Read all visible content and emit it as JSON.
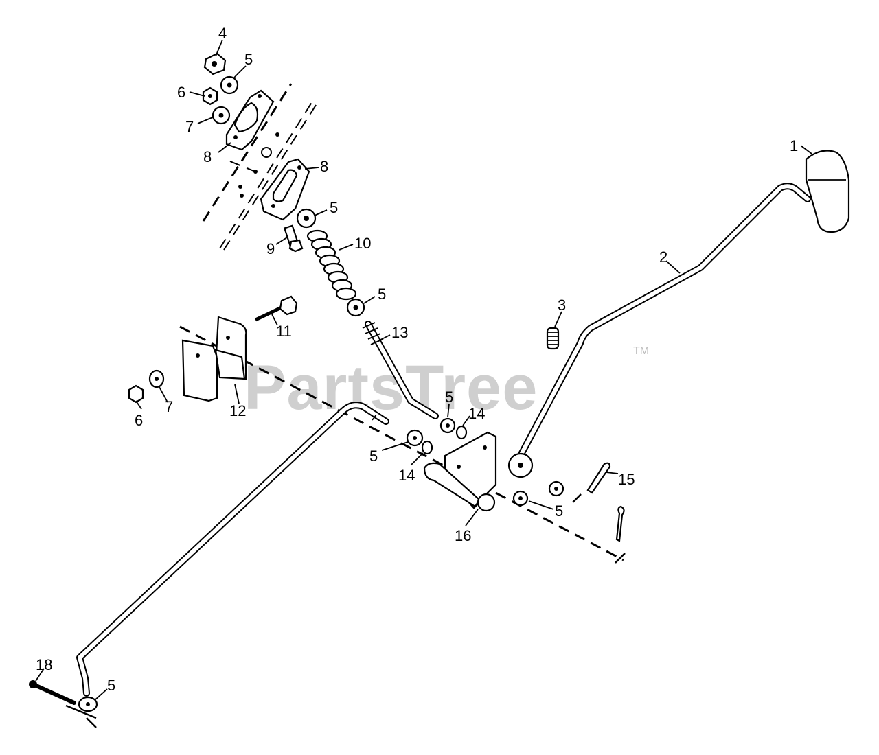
{
  "watermark": {
    "text": "PartsTree",
    "trademark": "TM"
  },
  "callouts": [
    {
      "id": "c1",
      "label": "1"
    },
    {
      "id": "c2",
      "label": "2"
    },
    {
      "id": "c3",
      "label": "3"
    },
    {
      "id": "c4",
      "label": "4"
    },
    {
      "id": "c5a",
      "label": "5"
    },
    {
      "id": "c5b",
      "label": "5"
    },
    {
      "id": "c5c",
      "label": "5"
    },
    {
      "id": "c5d",
      "label": "5"
    },
    {
      "id": "c5e",
      "label": "5"
    },
    {
      "id": "c5f",
      "label": "5"
    },
    {
      "id": "c5g",
      "label": "5"
    },
    {
      "id": "c6a",
      "label": "6"
    },
    {
      "id": "c6b",
      "label": "6"
    },
    {
      "id": "c7a",
      "label": "7"
    },
    {
      "id": "c7b",
      "label": "7"
    },
    {
      "id": "c8a",
      "label": "8"
    },
    {
      "id": "c8b",
      "label": "8"
    },
    {
      "id": "c9",
      "label": "9"
    },
    {
      "id": "c10",
      "label": "10"
    },
    {
      "id": "c11",
      "label": "11"
    },
    {
      "id": "c12",
      "label": "12"
    },
    {
      "id": "c13",
      "label": "13"
    },
    {
      "id": "c14a",
      "label": "14"
    },
    {
      "id": "c14b",
      "label": "14"
    },
    {
      "id": "c15",
      "label": "15"
    },
    {
      "id": "c16",
      "label": "16"
    },
    {
      "id": "c18",
      "label": "18"
    }
  ]
}
